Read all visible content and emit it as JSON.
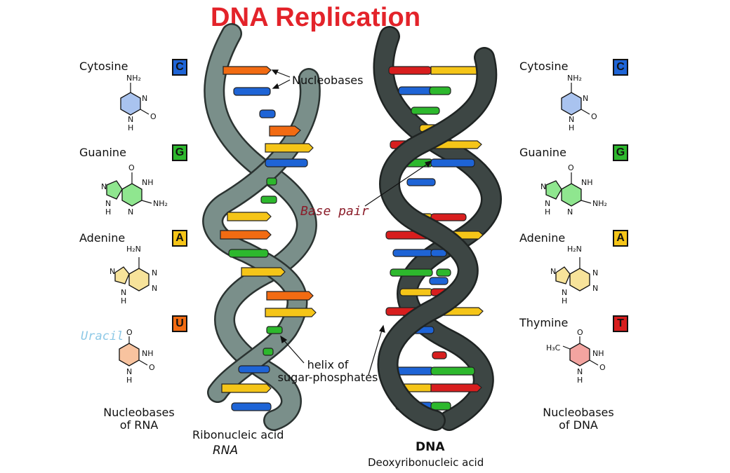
{
  "title": "DNA Replication",
  "rna_side": {
    "bases": [
      {
        "name": "Cytosine",
        "letter": "C",
        "color": "#1e64d6"
      },
      {
        "name": "Guanine",
        "letter": "G",
        "color": "#2db82d"
      },
      {
        "name": "Adenine",
        "letter": "A",
        "color": "#f5c518"
      },
      {
        "name": "Uracil",
        "letter": "U",
        "color": "#f26b12"
      }
    ],
    "caption_line1": "Nucleobases",
    "caption_line2": "of RNA"
  },
  "dna_side": {
    "bases": [
      {
        "name": "Cytosine",
        "letter": "C",
        "color": "#1e64d6"
      },
      {
        "name": "Guanine",
        "letter": "G",
        "color": "#2db82d"
      },
      {
        "name": "Adenine",
        "letter": "A",
        "color": "#f5c518"
      },
      {
        "name": "Thymine",
        "letter": "T",
        "color": "#d81e1e"
      }
    ],
    "caption_line1": "Nucleobases",
    "caption_line2": "of DNA"
  },
  "labels": {
    "nucleobases": "Nucleobases",
    "base_pair": "Base pair",
    "helix_line1": "helix of",
    "helix_line2": "sugar-phosphates",
    "rna_full": "Ribonucleic acid",
    "rna_abbr": "RNA",
    "dna_abbr": "DNA",
    "dna_full": "Deoxyribonucleic acid"
  },
  "chem": {
    "NH2": "NH₂",
    "H2N": "H₂N",
    "H3C": "H₃C",
    "N": "N",
    "NH": "NH",
    "H": "H",
    "O": "O"
  },
  "colors": {
    "title": "#e3232a",
    "rna_backbone": "#7a8f8a",
    "dna_backbone": "#3d4644",
    "cytosine_ring": "#a9c3ef",
    "guanine_ring": "#8fe68f",
    "adenine_ring": "#f7e39a",
    "uracil_ring": "#f8c39f",
    "thymine_ring": "#f3a4a0",
    "uracil_label": "#8cc8e6",
    "base_pair_label": "#8b1d2a"
  }
}
